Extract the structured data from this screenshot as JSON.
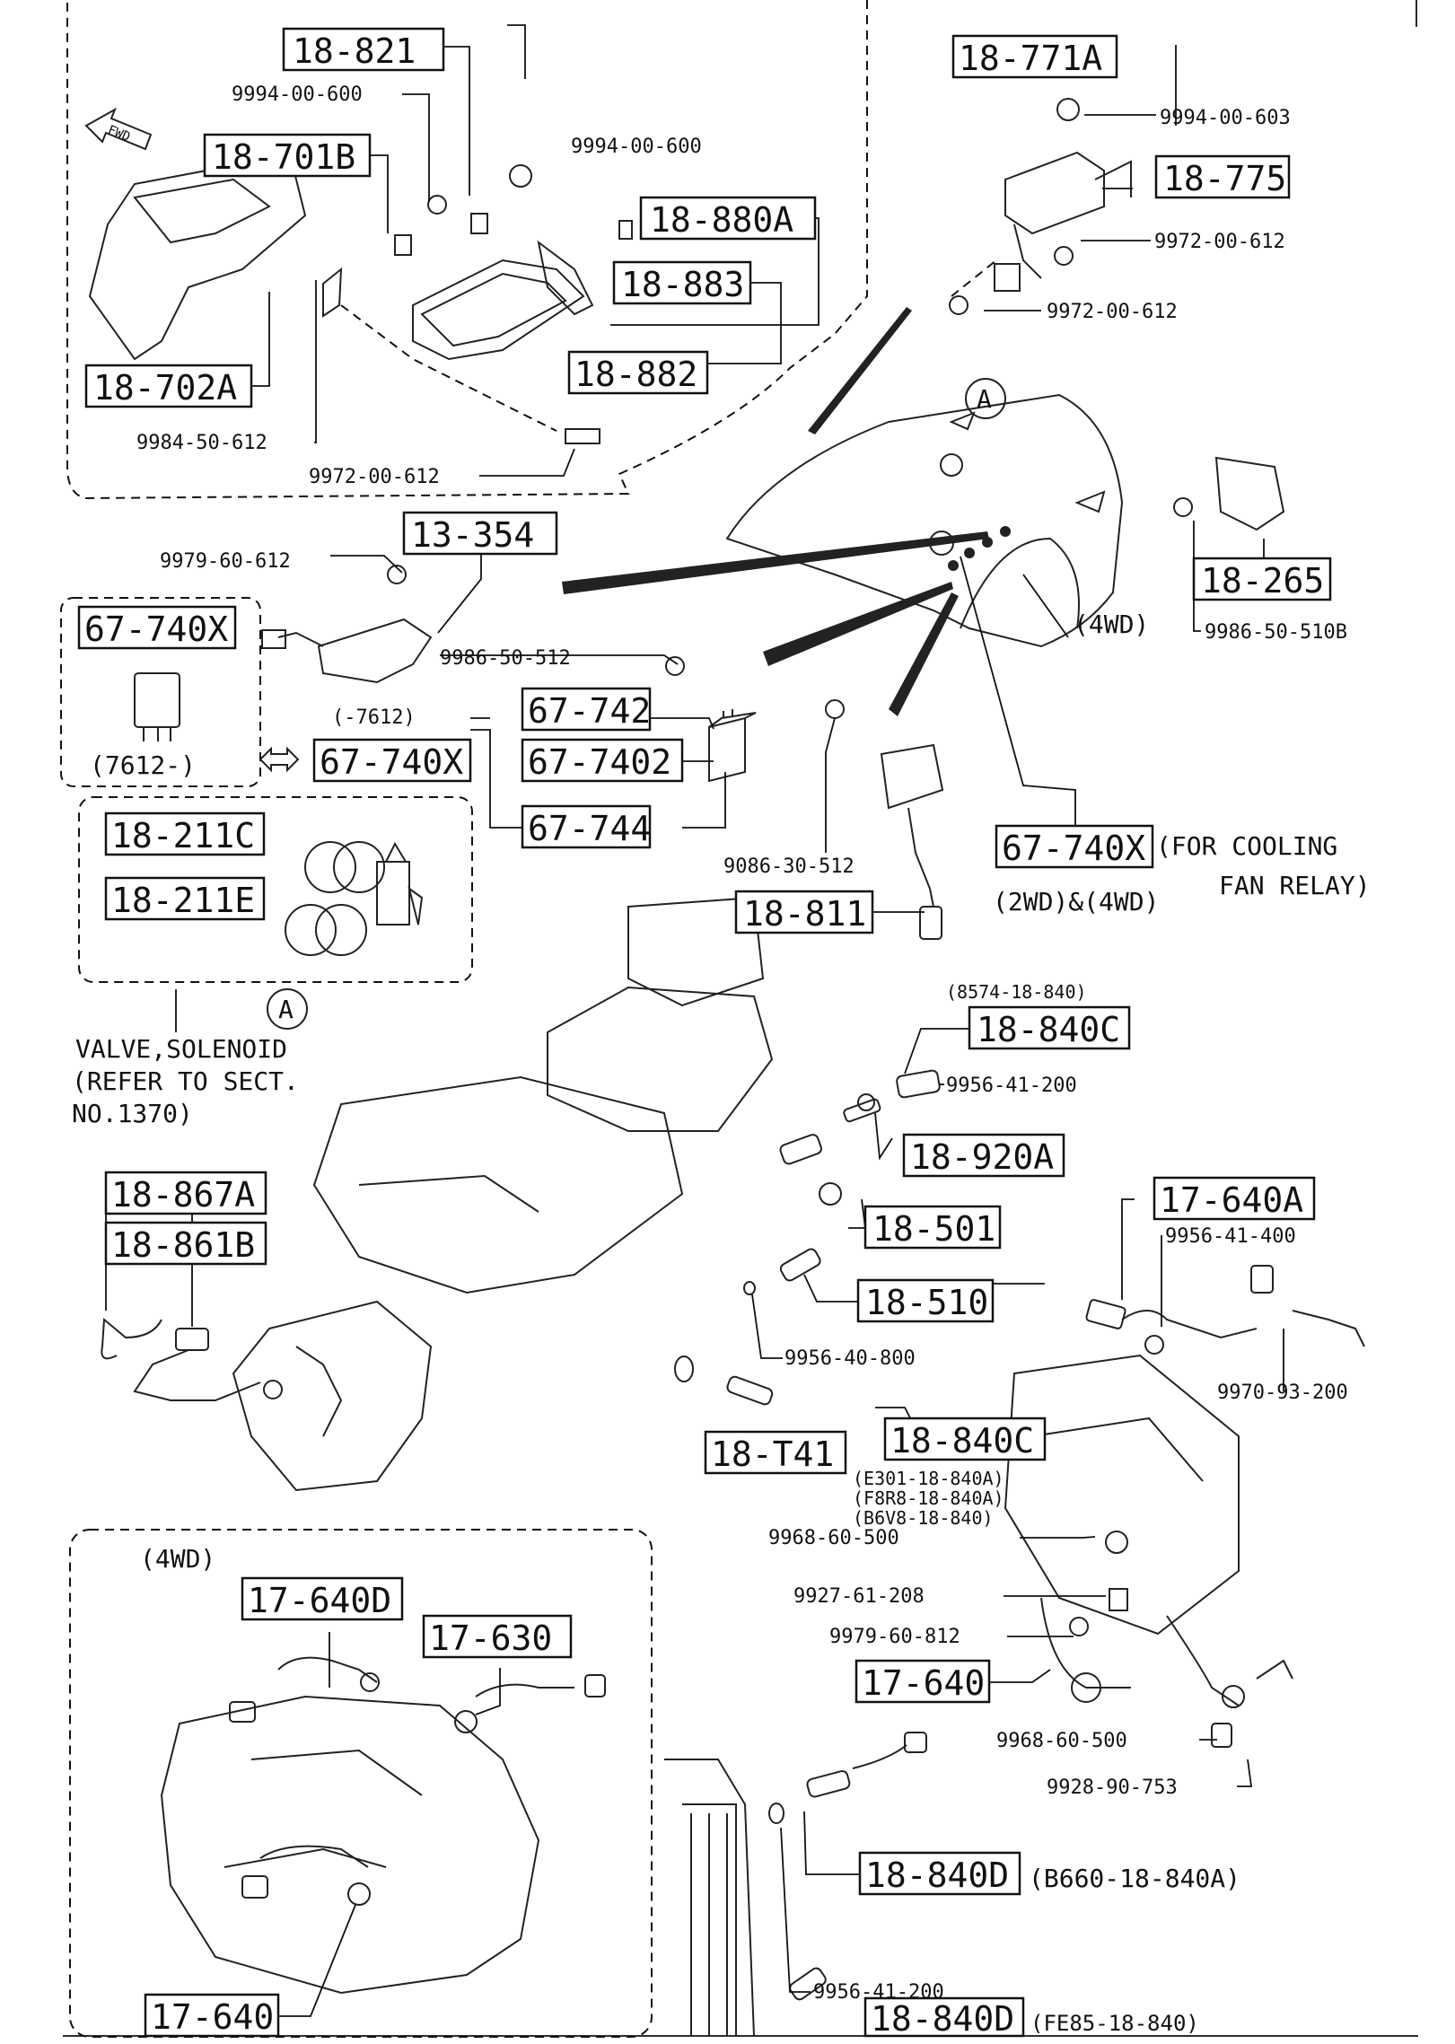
{
  "box_labels": [
    "18-821",
    "18-701B",
    "18-702A",
    "18-880A",
    "18-883",
    "18-882",
    "18-771A",
    "18-775",
    "13-354",
    "18-265",
    "67-740X",
    "67-740X",
    "67-742",
    "67-7402",
    "67-744",
    "67-740X",
    "18-211C",
    "18-211E",
    "18-811",
    "18-840C",
    "18-920A",
    "18-501",
    "18-510",
    "18-867A",
    "18-861B",
    "17-640A",
    "18-T41",
    "18-840C",
    "17-640",
    "17-640D",
    "17-630",
    "18-840D",
    "17-640",
    "18-840D"
  ],
  "part_numbers": [
    "9994-00-600",
    "9994-00-600",
    "9984-50-612",
    "9972-00-612",
    "9994-00-603",
    "9972-00-612",
    "9972-00-612",
    "9979-60-612",
    "9986-50-512",
    "9986-50-510B",
    "9086-30-512",
    "9956-41-200",
    "9956-41-400",
    "9956-40-800",
    "9970-93-200",
    "9968-60-500",
    "9927-61-208",
    "9979-60-812",
    "9968-60-500",
    "9928-90-753",
    "9956-41-200"
  ],
  "notes": [
    "FWD",
    "A",
    "(4WD)",
    "(-7612)",
    "(7612-)",
    "(FOR COOLING",
    "FAN RELAY)",
    "(2WD)&(4WD)",
    "A",
    "VALVE,SOLENOID",
    "(REFER TO SECT.",
    "NO.1370)",
    "(8574-18-840)",
    "(E301-18-840A)",
    "(F8R8-18-840A)",
    "(B6V8-18-840)",
    "(4WD)",
    "(B660-18-840A)",
    "(FE85-18-840)"
  ]
}
